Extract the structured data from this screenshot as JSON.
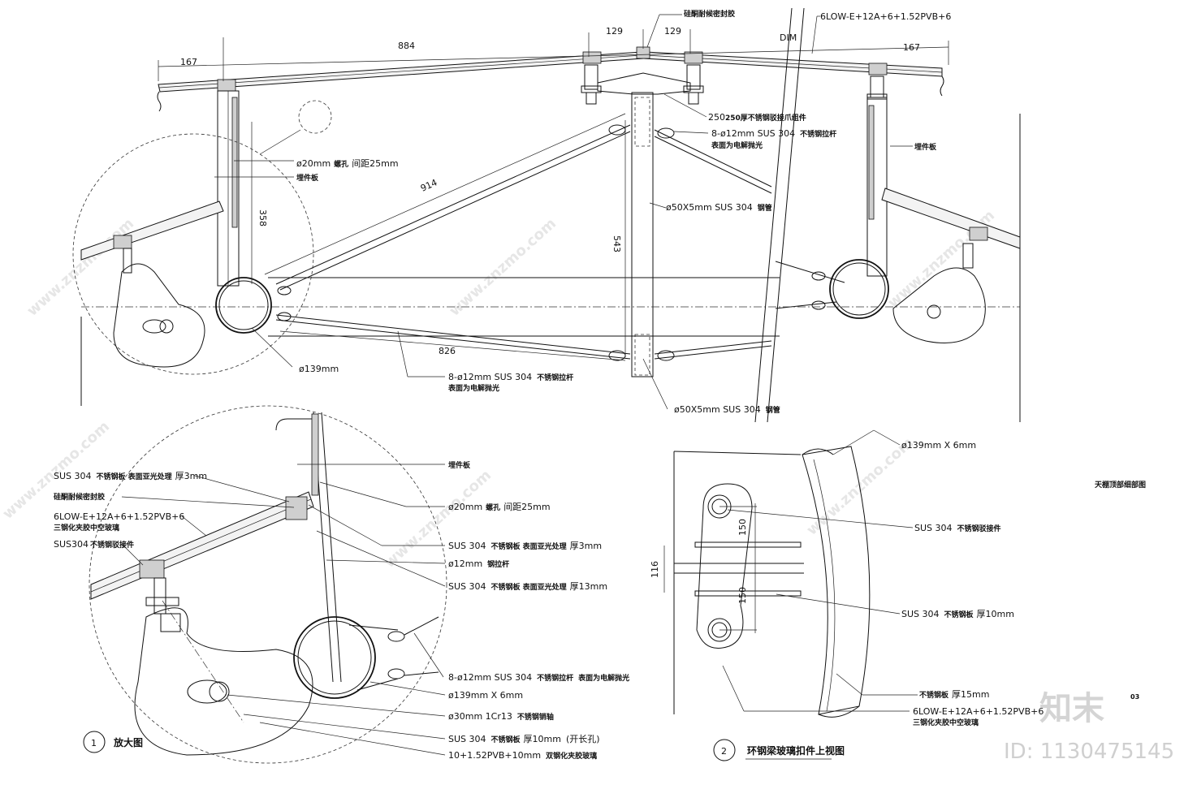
{
  "dimensions": {
    "d167_left": "167",
    "d884": "884",
    "d129_a": "129",
    "d129_b": "129",
    "d167_right": "167",
    "d358": "358",
    "d914": "914",
    "d543": "543",
    "d826": "826",
    "dim": "DIM",
    "d150_a": "150",
    "d150_b": "150",
    "d116": "116"
  },
  "main_labels": {
    "glass_top": "6LOW-E+12A+6+1.52PVB+6",
    "top_cjk": "硅酮耐候密封胶",
    "plate_250": "250厚不锈钢驳接爪组件",
    "rod_top": "8-ø12mm  SUS 304",
    "rod_top_cjk1": "不锈钢拉杆",
    "rod_top_cjk2": "表面为电解抛光",
    "pipe_mid": "ø50X5mm SUS 304",
    "pipe_mid_cjk": "钢管",
    "bolt_20": "ø20mm",
    "bolt_20_cjk": "螺孔",
    "bolt_20_spacing": "间距25mm",
    "anchor_cjk": "埋件板",
    "pipe_139": "ø139mm",
    "rod_bottom": "8-ø12mm SUS 304",
    "rod_bottom_cjk1": "不锈钢拉杆",
    "rod_bottom_cjk2": "表面为电解抛光",
    "pipe_bottom": "ø50X5mm SUS 304",
    "pipe_bottom_cjk": "钢管",
    "anchor_right_cjk": "埋件板"
  },
  "detail1": {
    "sus_plate": "SUS 304",
    "sus_plate_cjk": "不锈钢板  表面亚光处理",
    "sus_plate_thk": "厚3mm",
    "sealant_cjk": "硅酮耐候密封胶",
    "glass": "6LOW-E+12A+6+1.52PVB+6",
    "glass_cjk": "三钢化夹胶中空玻璃",
    "fitting": "SUS304",
    "fitting_cjk": "不锈钢驳接件",
    "anchor_cjk": "埋件板",
    "bolt_20": "ø20mm",
    "bolt_20_cjk": "螺孔",
    "bolt_20_spacing": "间距25mm",
    "sus_a": "SUS 304",
    "sus_a_cjk": "不锈钢板 表面亚光处理",
    "sus_a_thk": "厚3mm",
    "rod_12": "ø12mm",
    "rod_12_cjk": "钢拉杆",
    "sus_b": "SUS 304",
    "sus_b_cjk": "不锈钢板 表面亚光处理",
    "sus_b_thk": "厚13mm",
    "rods": "8-ø12mm SUS 304",
    "rods_cjk1": "不锈钢拉杆",
    "rods_cjk2": "表面为电解抛光",
    "pipe": "ø139mm X 6mm",
    "pin": "ø30mm 1Cr13",
    "pin_cjk": "不锈钢销轴",
    "sus_c": "SUS 304",
    "sus_c_cjk": "不锈钢板",
    "sus_c_thk": "厚10mm",
    "sus_c_note": "(开长孔)",
    "laminated": "10+1.52PVB+10mm",
    "laminated_cjk": "双钢化夹胶玻璃",
    "number": "1",
    "title": "放大图"
  },
  "detail2": {
    "pipe": "ø139mm X 6mm",
    "sus_a": "SUS 304",
    "sus_a_cjk": "不锈钢驳接件",
    "sus_b": "SUS 304",
    "sus_b_cjk": "不锈钢板",
    "sus_b_thk": "厚10mm",
    "plate_cjk": "不锈钢板",
    "plate_thk": "厚15mm",
    "glass": "6LOW-E+12A+6+1.52PVB+6",
    "glass_cjk": "三钢化夹胶中空玻璃",
    "number": "2",
    "title": "环钢梁玻璃扣件上视图"
  },
  "sheet": {
    "title": "天棚顶部细部图",
    "sheet_no": "03",
    "watermark": "www.znzmo.com",
    "brand": "知末",
    "id": "ID: 1130475145"
  }
}
